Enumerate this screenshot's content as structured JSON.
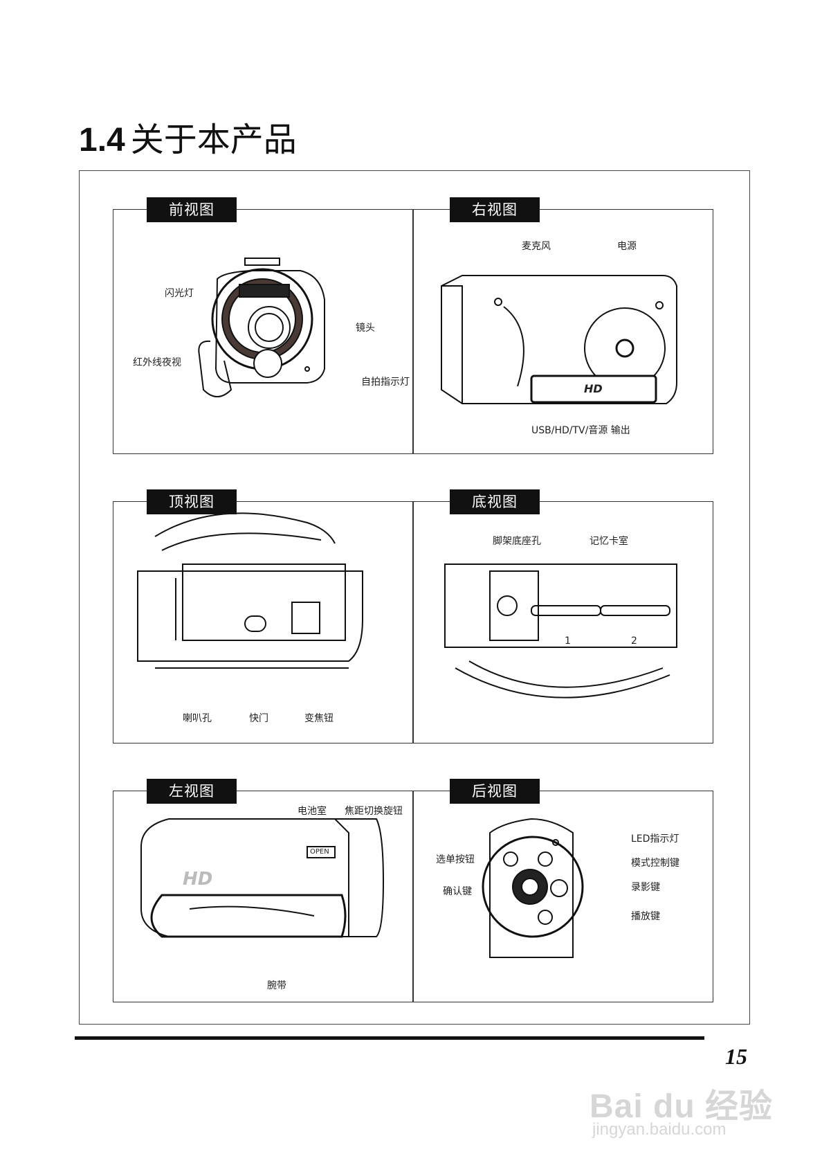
{
  "section": {
    "number": "1.4",
    "title": "关于本产品"
  },
  "views": {
    "front": {
      "tab": "前视图",
      "labels": {
        "flash": "闪光灯",
        "lens": "镜头",
        "ir": "红外线夜视",
        "self_timer": "自拍指示灯"
      }
    },
    "right": {
      "tab": "右视图",
      "labels": {
        "mic": "麦克风",
        "power": "电源",
        "port": "USB/HD/TV/音源 输出",
        "hd_mark": "HD"
      }
    },
    "top": {
      "tab": "顶视图",
      "labels": {
        "speaker": "喇叭孔",
        "shutter": "快门",
        "zoom": "变焦钮"
      }
    },
    "bottom": {
      "tab": "底视图",
      "labels": {
        "tripod": "脚架底座孔",
        "card": "记忆卡室",
        "slot1": "1",
        "slot2": "2"
      }
    },
    "left": {
      "tab": "左视图",
      "labels": {
        "battery": "电池室",
        "focus": "焦距切换旋钮",
        "strap": "腕带",
        "open": "OPEN",
        "hd_mark": "HD"
      }
    },
    "back": {
      "tab": "后视图",
      "labels": {
        "led": "LED指示灯",
        "menu": "选单按钮",
        "mode": "模式控制键",
        "ok": "确认键",
        "record": "录影键",
        "play": "播放键"
      }
    }
  },
  "footer": {
    "page": "15"
  },
  "watermark": {
    "logo": "Bai du 经验",
    "url": "jingyan.baidu.com"
  }
}
